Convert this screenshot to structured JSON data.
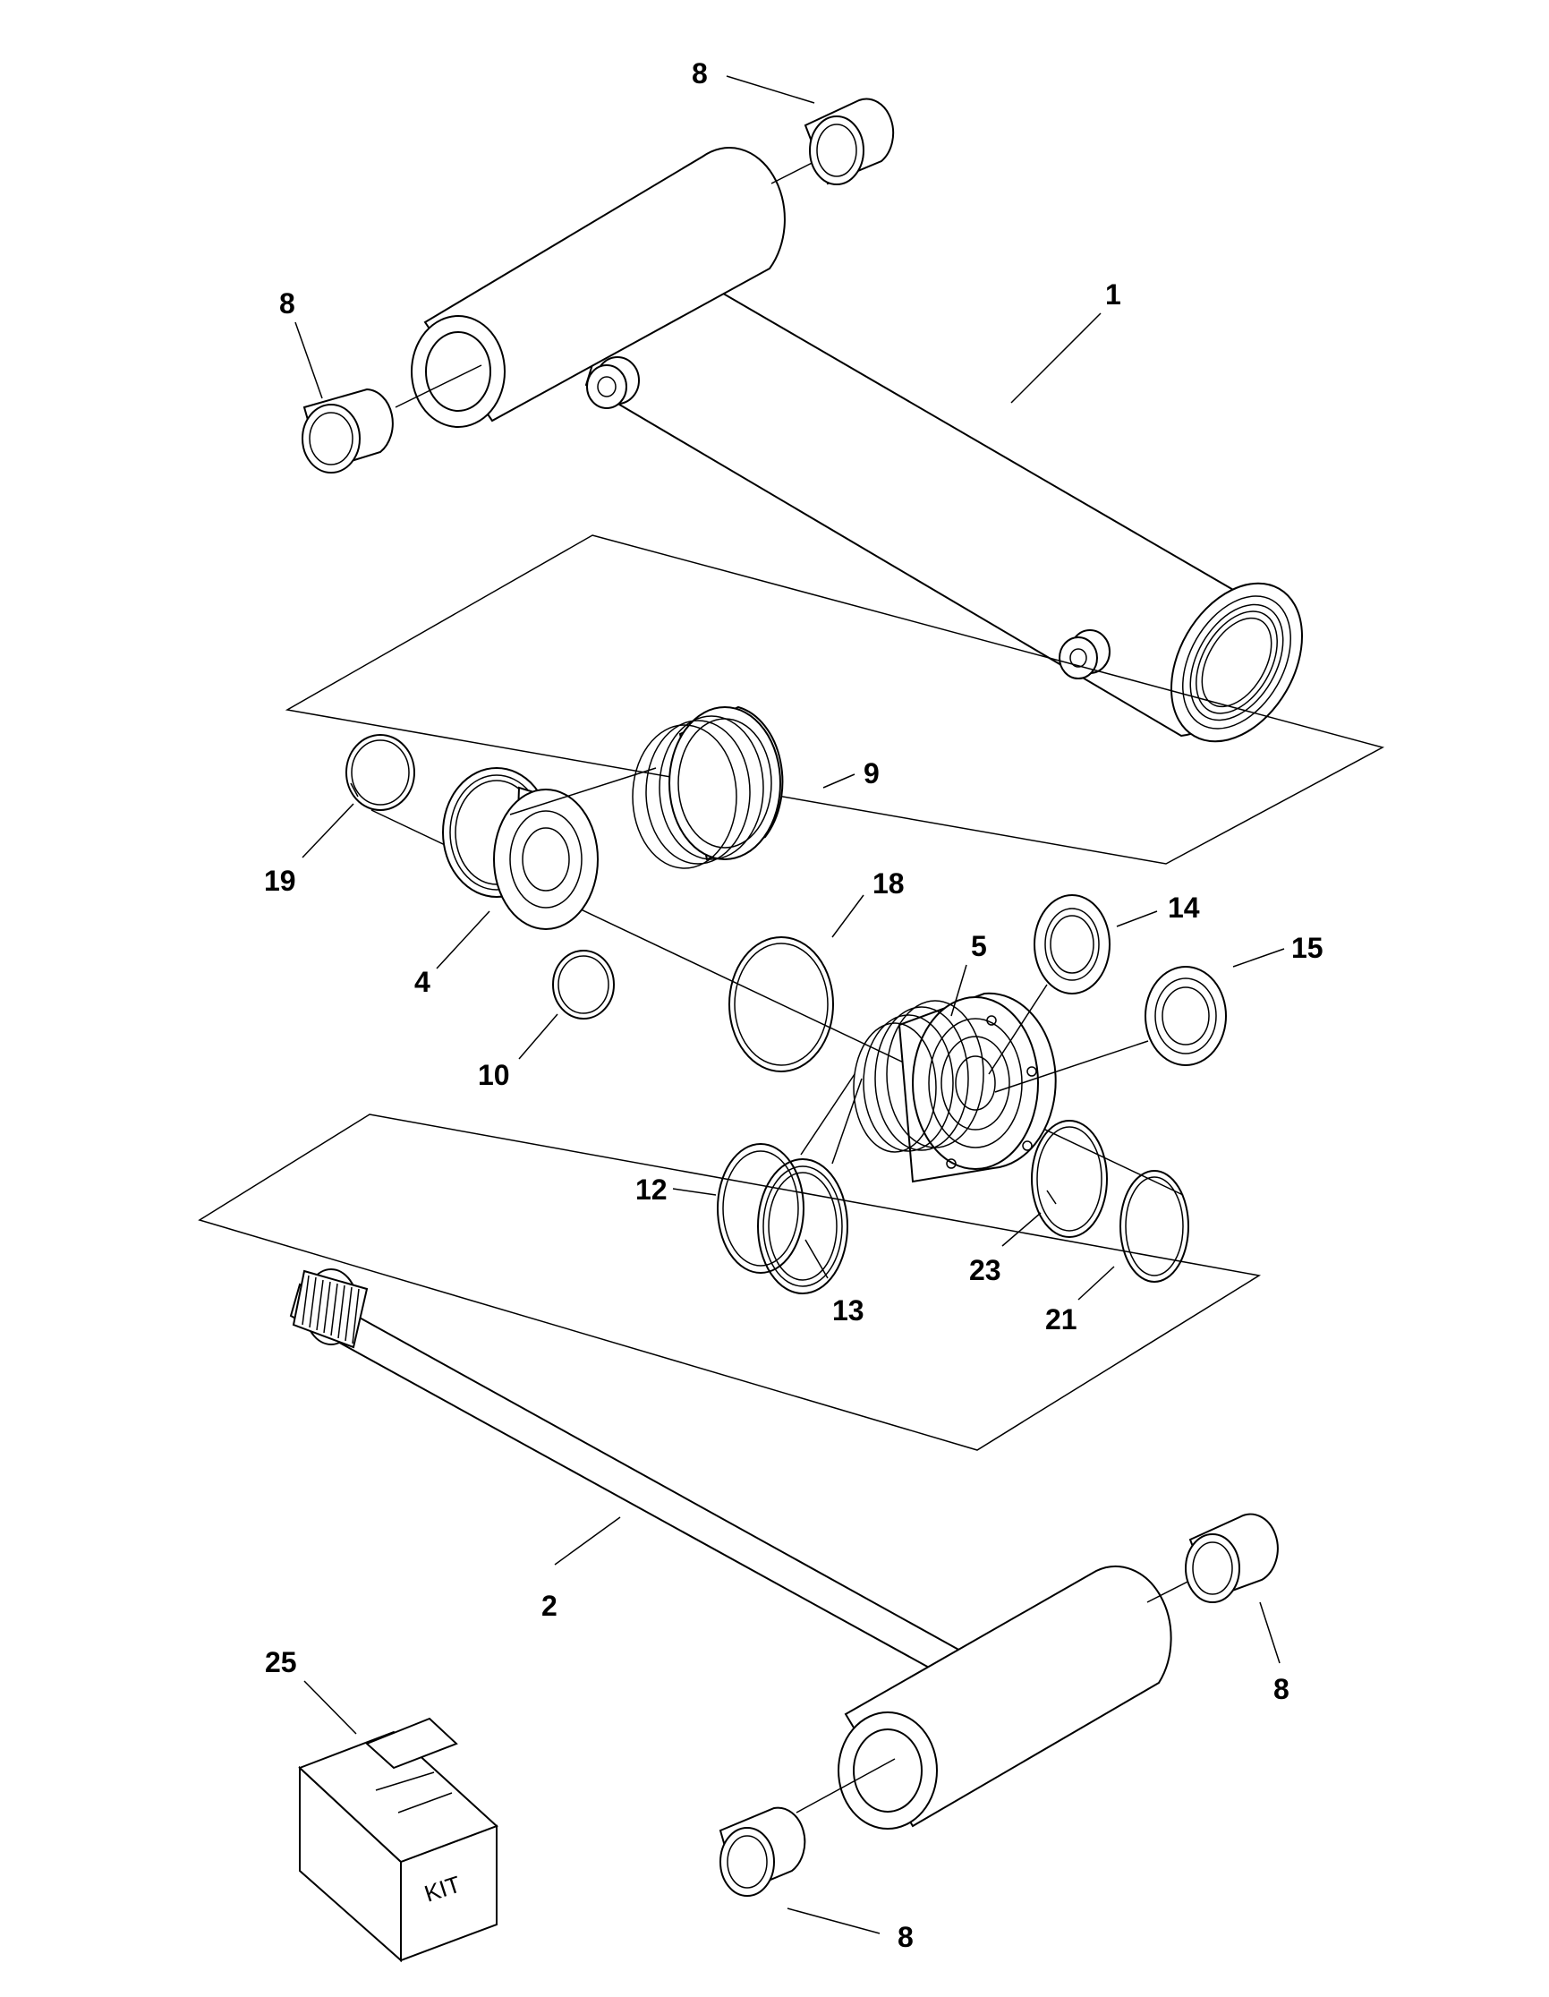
{
  "callouts": {
    "c_8_top": "8",
    "c_8_left": "8",
    "c_1": "1",
    "c_9": "9",
    "c_19": "19",
    "c_4": "4",
    "c_10": "10",
    "c_18": "18",
    "c_5": "5",
    "c_14": "14",
    "c_15": "15",
    "c_12": "12",
    "c_13": "13",
    "c_23": "23",
    "c_21": "21",
    "c_2": "2",
    "c_8_right": "8",
    "c_25": "25",
    "c_8_bottom": "8"
  },
  "kit_label": "KIT"
}
